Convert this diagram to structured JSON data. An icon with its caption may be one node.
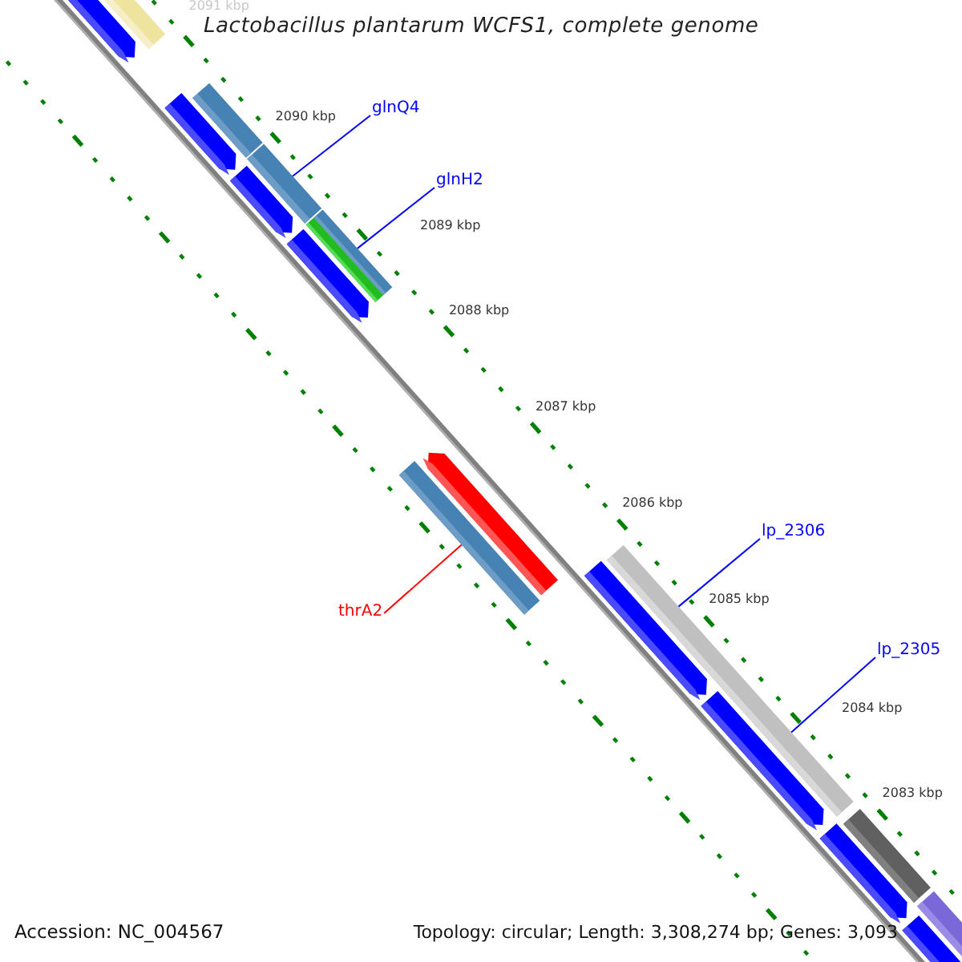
{
  "diagram": {
    "title": "Lactobacillus plantarum WCFS1, complete genome",
    "nodes": [
      {
        "text": [],
        "shape": "bar"
      },
      {
        "text": [],
        "shape": "pentagon"
      },
      {
        "text": [],
        "shape": "bar"
      },
      {
        "text": [],
        "shape": "pentagon"
      },
      {
        "text": [
          "glnQ4"
        ]
      },
      {
        "text": [],
        "shape": "bar"
      },
      {
        "text": [],
        "shape": "pentagon"
      },
      {
        "text": [
          "glnH2"
        ]
      },
      {
        "text": [],
        "shape": "bar"
      },
      {
        "text": [],
        "shape": "bar"
      },
      {
        "text": [],
        "shape": "pentagon"
      },
      {
        "text": [],
        "shape": "pentagon"
      },
      {
        "text": [
          "thrA2"
        ]
      },
      {
        "text": [],
        "shape": "bar"
      },
      {
        "text": [
          "lp_2306"
        ]
      },
      {
        "text": [],
        "shape": "bar"
      },
      {
        "text": [],
        "shape": "pentagon"
      },
      {
        "text": [
          "lp_2305"
        ]
      },
      {
        "text": [],
        "shape": "pentagon"
      },
      {
        "text": [],
        "shape": "bar"
      },
      {
        "text": [],
        "shape": "pentagon"
      },
      {
        "text": [],
        "shape": "bar"
      },
      {
        "text": [],
        "shape": "pentagon"
      }
    ],
    "edges": [
      {
        "from": 4,
        "to": 5,
        "arrow": "none"
      },
      {
        "from": 7,
        "to": 8,
        "arrow": "none"
      },
      {
        "from": 12,
        "to": 13,
        "arrow": "none",
        "color": "#ff0000"
      },
      {
        "from": 14,
        "to": 15,
        "arrow": "none"
      },
      {
        "from": 17,
        "to": 15,
        "arrow": "none"
      }
    ],
    "labels": [
      "2091 kbp",
      "2090 kbp",
      "2089 kbp",
      "2088 kbp",
      "2087 kbp",
      "2086 kbp",
      "2085 kbp",
      "2084 kbp",
      "2083 kbp",
      "Accession: NC_004567",
      "Topology: circular; Length: 3,308,274 bp; Genes: 3,093"
    ]
  }
}
